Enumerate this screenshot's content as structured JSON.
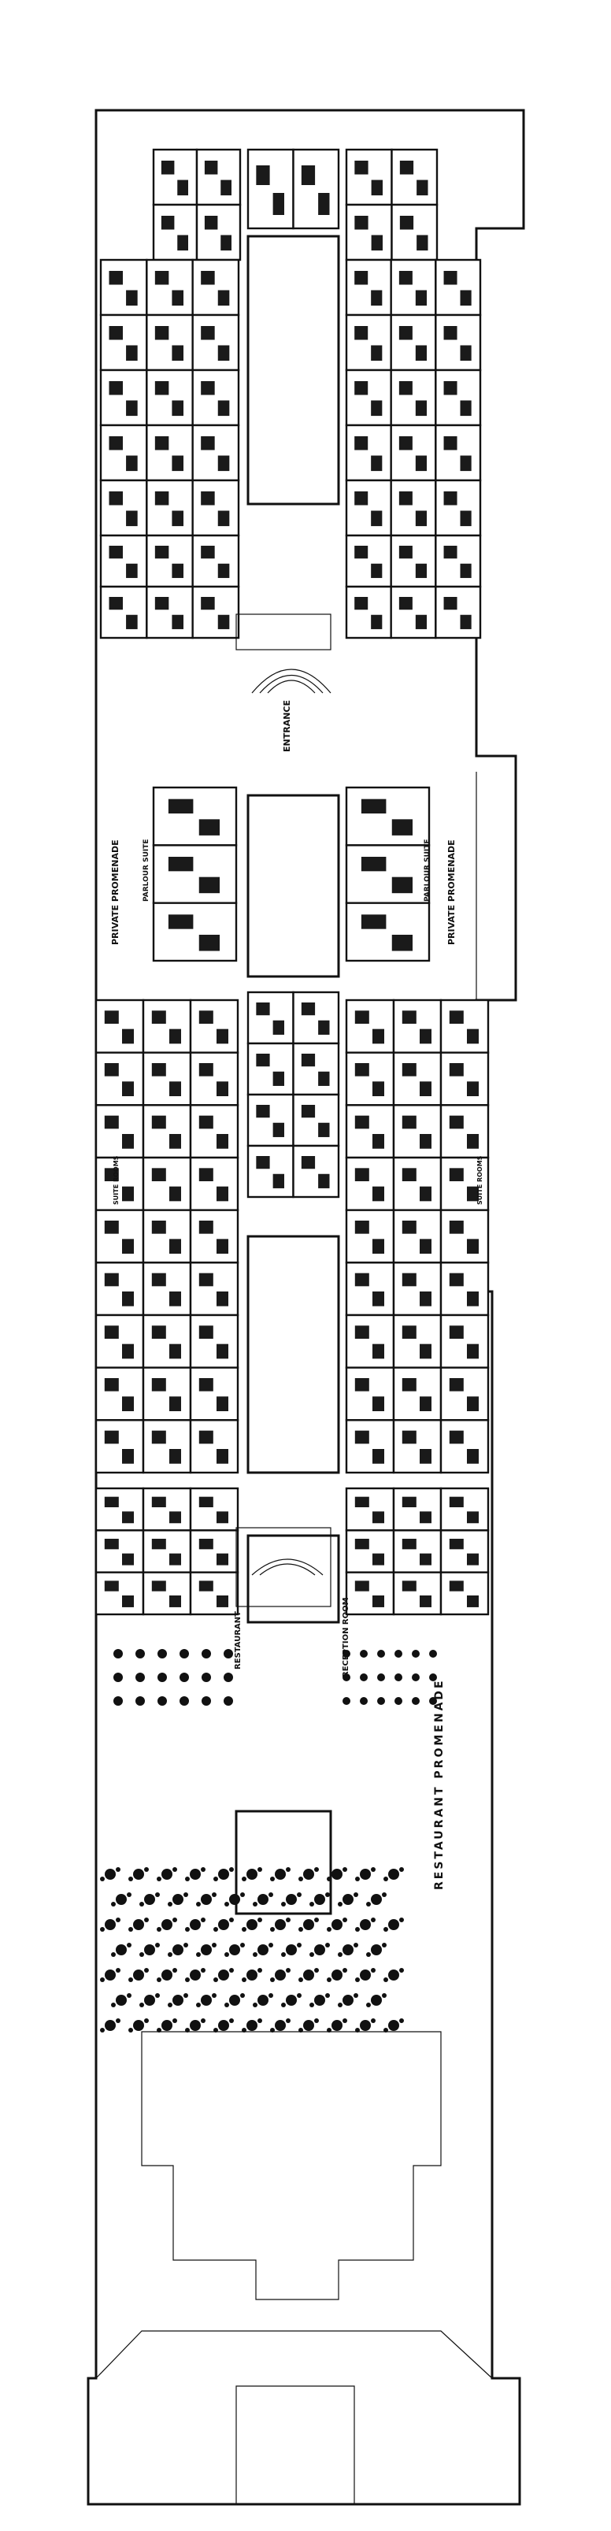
{
  "labels": {
    "entrance": "ENTRANCE",
    "private_promenade_left": "PRIVATE PROMENADE",
    "private_promenade_right": "PRIVATE PROMENADE",
    "parlour_suite_left": "PARLOUR SUITE",
    "parlour_suite_right": "PARLOUR SUITE",
    "suite_rooms_left": "SUITE ROOMS",
    "suite_rooms_right": "SUITE ROOMS",
    "restaurant": "RESTAURANT",
    "reception_room": "RECEPTION ROOM",
    "restaurant_promenade": "RESTAURANT PROMENADE"
  },
  "colors": {
    "ink": "#111111",
    "paper": "#ffffff"
  }
}
